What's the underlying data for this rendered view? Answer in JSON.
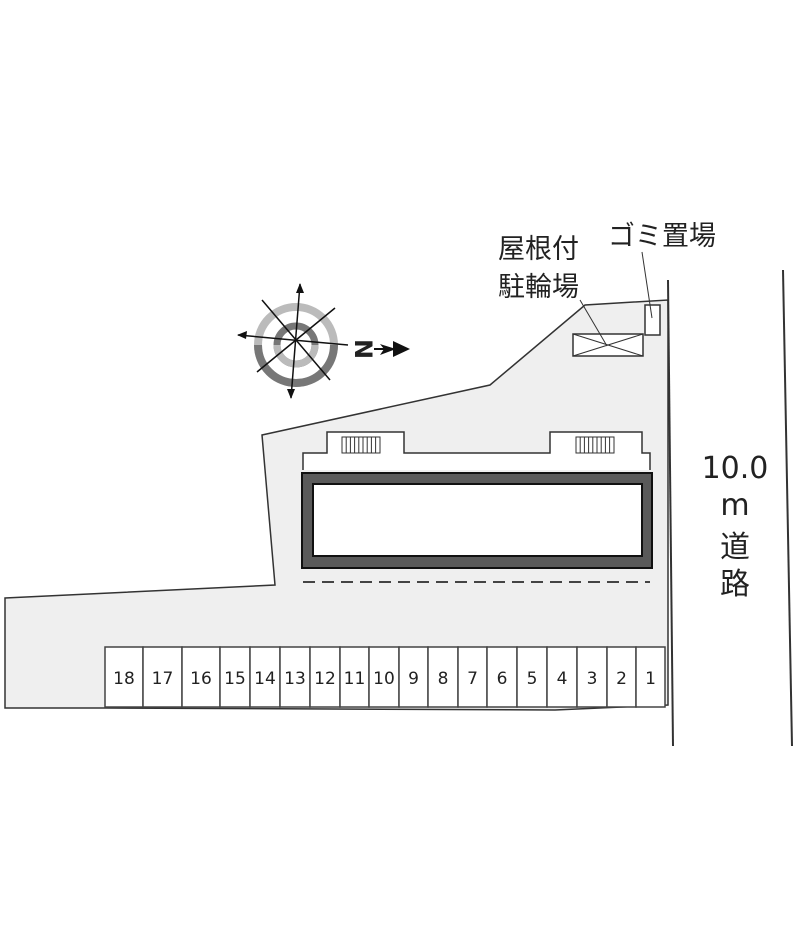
{
  "labels": {
    "bike_parking_line1": "屋根付",
    "bike_parking_line2": "駐輪場",
    "garbage": "ゴミ置場",
    "road_width": "10.0",
    "road_unit": "m",
    "road_char1": "道",
    "road_char2": "路",
    "north": "N"
  },
  "parking": {
    "stalls": [
      "18",
      "17",
      "16",
      "15",
      "14",
      "13",
      "12",
      "11",
      "10",
      "9",
      "8",
      "7",
      "6",
      "5",
      "4",
      "3",
      "2",
      "1"
    ]
  },
  "colors": {
    "site_fill": "#efefef",
    "building_wall": "#5a5a5a",
    "line": "#222222"
  }
}
